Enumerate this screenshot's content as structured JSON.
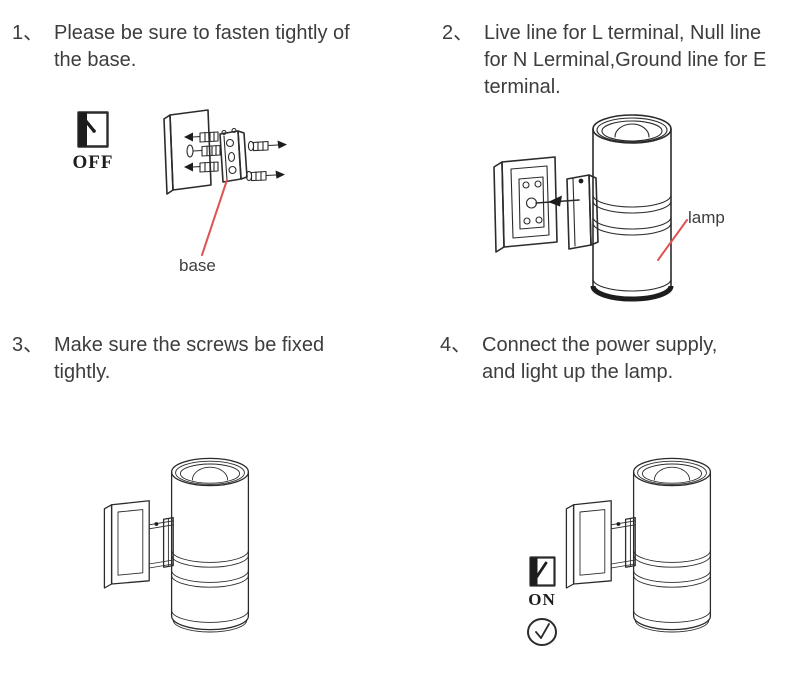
{
  "steps": [
    {
      "number": "1、",
      "text": "Please be sure to fasten tightly of the base."
    },
    {
      "number": "2、",
      "text": "Live line for L terminal, Null line for N Lerminal,Ground line for E terminal."
    },
    {
      "number": "3、",
      "text": "Make sure the screws be fixed tightly."
    },
    {
      "number": "4、",
      "text": "Connect the power supply, and light up the lamp."
    }
  ],
  "labels": {
    "off_switch": "OFF",
    "on_switch": "ON",
    "base_callout": "base",
    "lamp_callout": "lamp",
    "checkmark": "✓"
  },
  "colors": {
    "line_art": "#2b2b2b",
    "callout_red": "#e05252",
    "text": "#3d3d3d"
  }
}
